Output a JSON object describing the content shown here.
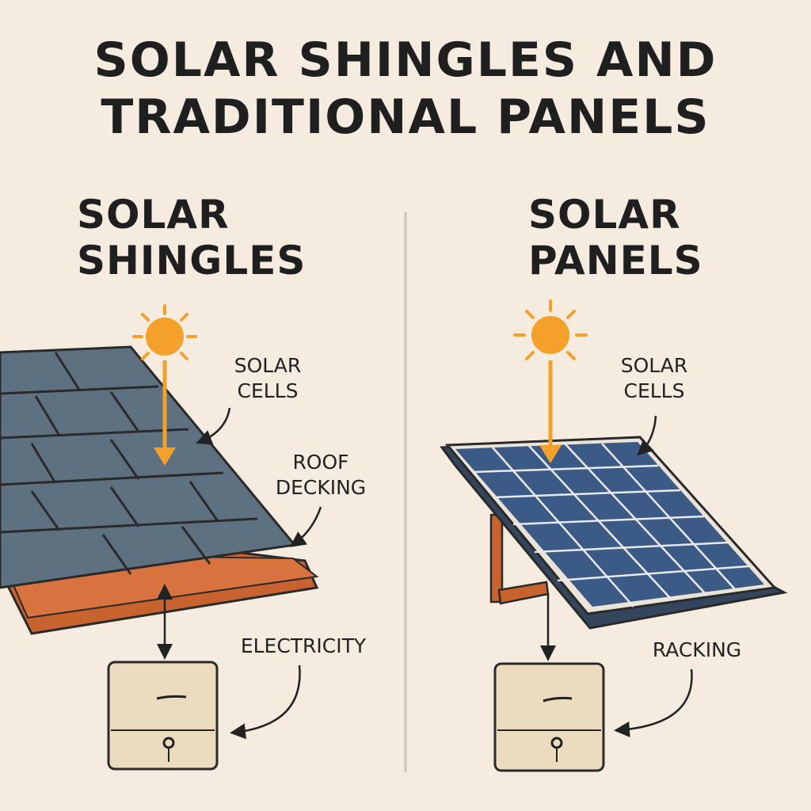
{
  "title": {
    "line1": "SOLAR SHINGLES AND",
    "line2": "TRADITIONAL PANELS"
  },
  "left": {
    "heading_line1": "SOLAR",
    "heading_line2": "SHINGLES",
    "labels": {
      "solar_cells_1": "SOLAR",
      "solar_cells_2": "CELLS",
      "roof_decking_1": "ROOF",
      "roof_decking_2": "DECKING",
      "electricity": "ELECTRICITY"
    }
  },
  "right": {
    "heading_line1": "SOLAR",
    "heading_line2": "PANELS",
    "labels": {
      "solar_cells_1": "SOLAR",
      "solar_cells_2": "CELLS",
      "racking": "RACKING"
    }
  },
  "colors": {
    "background": "#f5ecdf",
    "sun": "#f4a12c",
    "shingle": "#5e7180",
    "deck": "#c8622e",
    "panel": "#3c5a86",
    "box": "#ecdcbf"
  }
}
